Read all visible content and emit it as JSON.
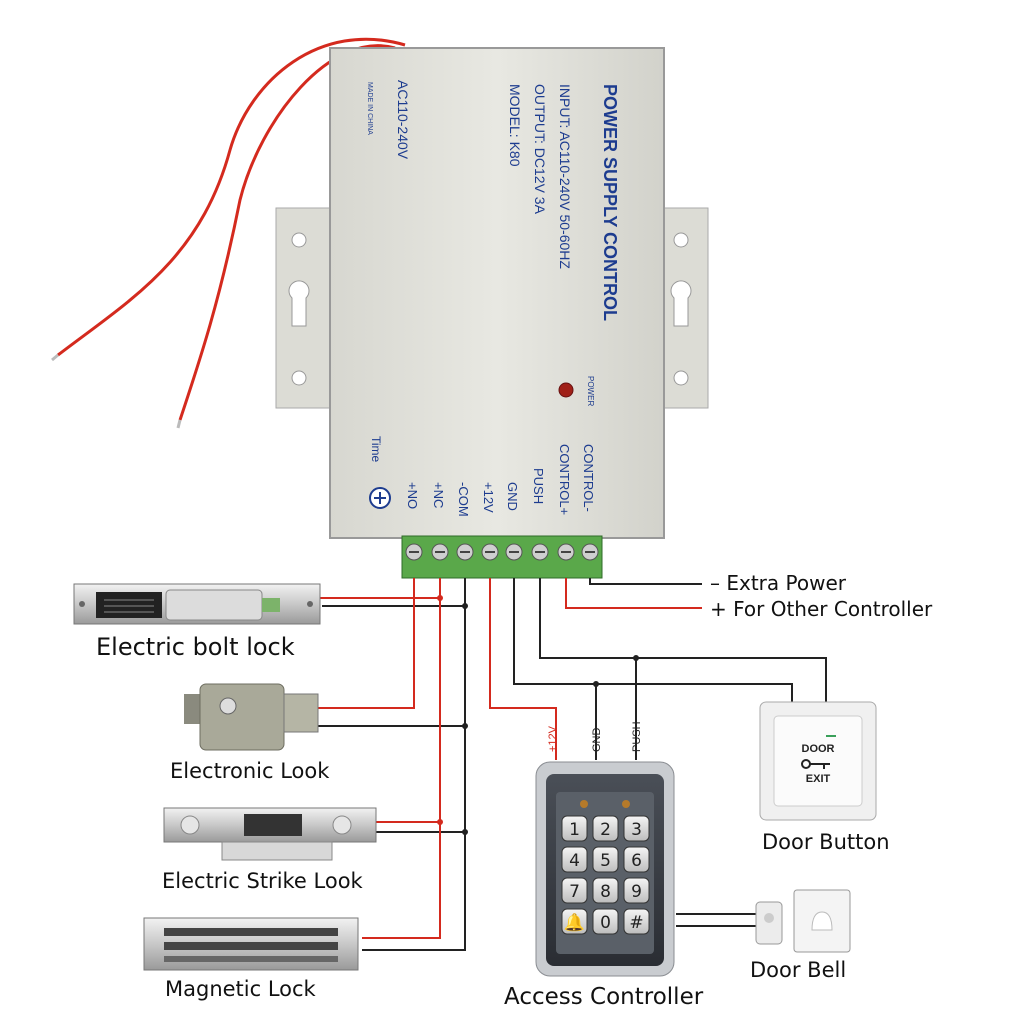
{
  "psu": {
    "title": "POWER SUPPLY CONTROL",
    "input": "INPUT: AC110-240V  50-60HZ",
    "output": "OUTPUT: DC12V  3A",
    "model": "MODEL: K80",
    "ac": "AC110-240V",
    "made_in": "MADE IN CHINA",
    "power": "POWER",
    "time": "Time",
    "terminals": [
      "+NO",
      "+NC",
      "-COM",
      "+12V",
      "GND",
      "PUSH",
      "CONTROL+",
      "CONTROL-"
    ]
  },
  "notes": {
    "extra_power_minus": "–  Extra Power",
    "extra_power_plus": "+  For Other Controller"
  },
  "wire_labels": {
    "v12": "+12V",
    "gnd": "GND",
    "push": "PUSH"
  },
  "devices": {
    "bolt": "Electric bolt lock",
    "electronic": "Electronic Look",
    "strike": "Electric Strike Look",
    "magnetic": "Magnetic Lock",
    "access": "Access Controller",
    "door_button": "Door Button",
    "door_bell": "Door Bell"
  },
  "door_button_face": {
    "top": "DOOR",
    "bottom": "EXIT"
  },
  "keypad": [
    "1",
    "2",
    "3",
    "4",
    "5",
    "6",
    "7",
    "8",
    "9",
    "🔔",
    "0",
    "#"
  ],
  "colors": {
    "wire_red": "#d42a1e",
    "wire_black": "#222222",
    "terminal_green": "#5aa84a",
    "psu_body": "#e3e3dd",
    "label_blue": "#1d3c8f"
  }
}
